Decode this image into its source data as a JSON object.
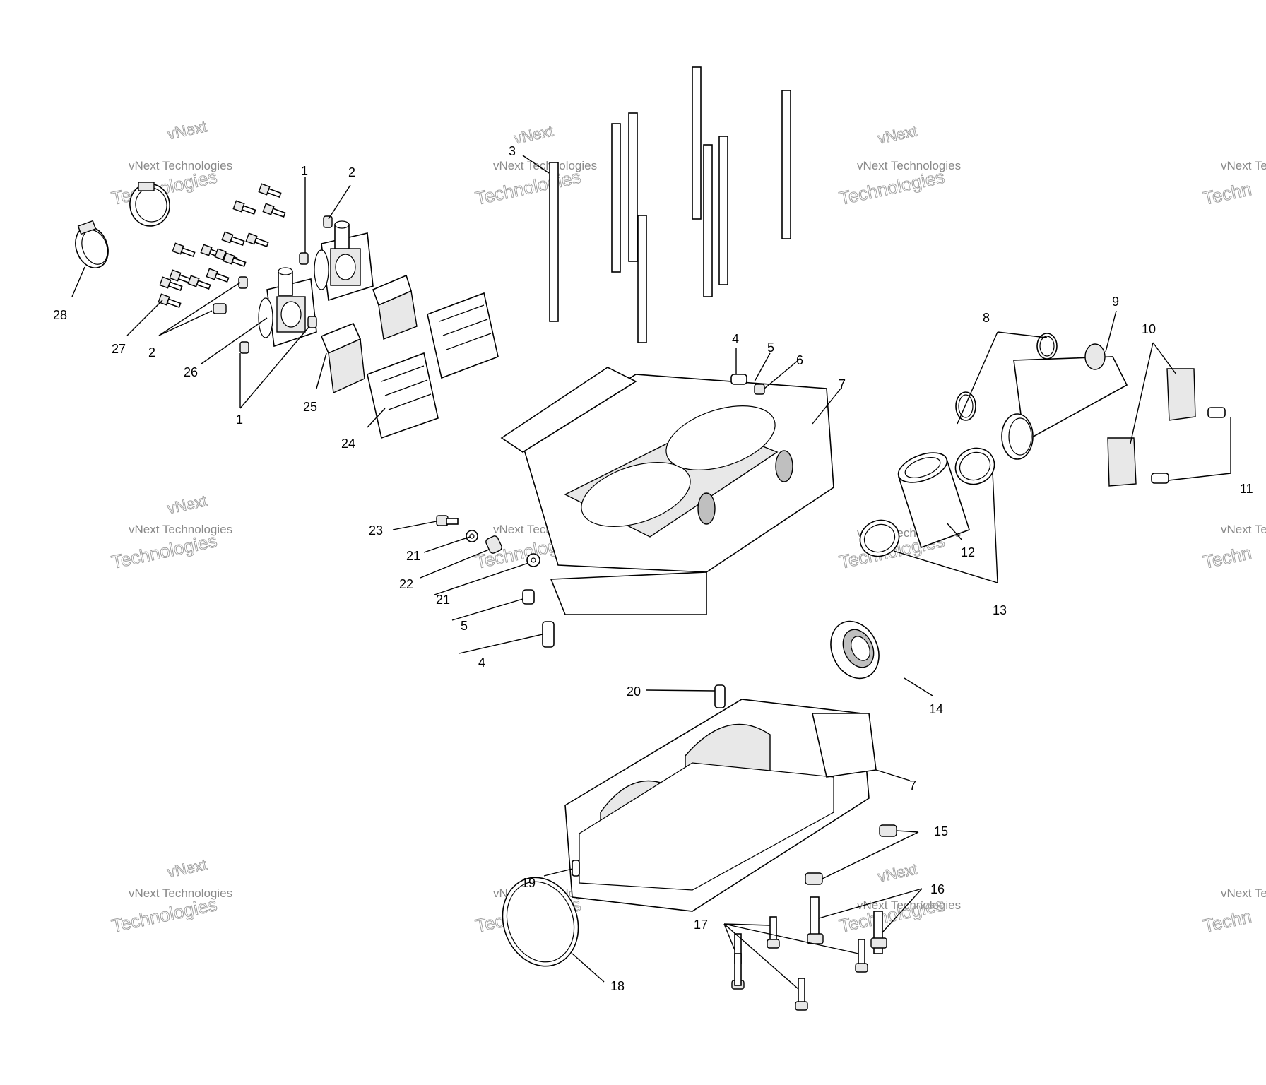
{
  "watermark": {
    "line_top": "vNext",
    "line_mid": "vNext Technologies",
    "line_big": "Technologies",
    "partial_mid": "vNext Tec",
    "partial_big": "Techn"
  },
  "callouts": [
    {
      "id": "c1a",
      "label": "1"
    },
    {
      "id": "c1b",
      "label": "1"
    },
    {
      "id": "c2a",
      "label": "2"
    },
    {
      "id": "c2b",
      "label": "2"
    },
    {
      "id": "c3",
      "label": "3"
    },
    {
      "id": "c4a",
      "label": "4"
    },
    {
      "id": "c4b",
      "label": "4"
    },
    {
      "id": "c5a",
      "label": "5"
    },
    {
      "id": "c5b",
      "label": "5"
    },
    {
      "id": "c6",
      "label": "6"
    },
    {
      "id": "c7a",
      "label": "7"
    },
    {
      "id": "c7b",
      "label": "7"
    },
    {
      "id": "c8",
      "label": "8"
    },
    {
      "id": "c9",
      "label": "9"
    },
    {
      "id": "c10",
      "label": "10"
    },
    {
      "id": "c11",
      "label": "11"
    },
    {
      "id": "c12",
      "label": "12"
    },
    {
      "id": "c13",
      "label": "13"
    },
    {
      "id": "c14",
      "label": "14"
    },
    {
      "id": "c15",
      "label": "15"
    },
    {
      "id": "c16",
      "label": "16"
    },
    {
      "id": "c17",
      "label": "17"
    },
    {
      "id": "c18",
      "label": "18"
    },
    {
      "id": "c19",
      "label": "19"
    },
    {
      "id": "c20",
      "label": "20"
    },
    {
      "id": "c21a",
      "label": "21"
    },
    {
      "id": "c21b",
      "label": "21"
    },
    {
      "id": "c22",
      "label": "22"
    },
    {
      "id": "c23",
      "label": "23"
    },
    {
      "id": "c24",
      "label": "24"
    },
    {
      "id": "c25",
      "label": "25"
    },
    {
      "id": "c26",
      "label": "26"
    },
    {
      "id": "c27",
      "label": "27"
    },
    {
      "id": "c28",
      "label": "28"
    }
  ]
}
